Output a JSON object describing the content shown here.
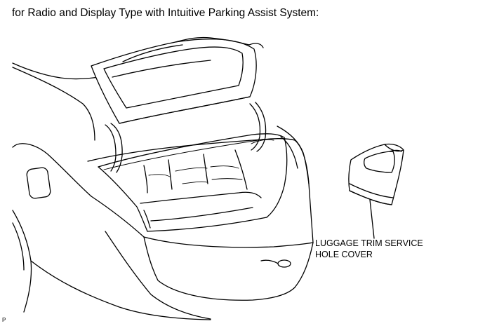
{
  "heading": "for Radio and Display Type with Intuitive Parking Assist System:",
  "callout": {
    "line1": "LUGGAGE TRIM SERVICE",
    "line2": "HOLE COVER"
  },
  "figure_code": "P"
}
